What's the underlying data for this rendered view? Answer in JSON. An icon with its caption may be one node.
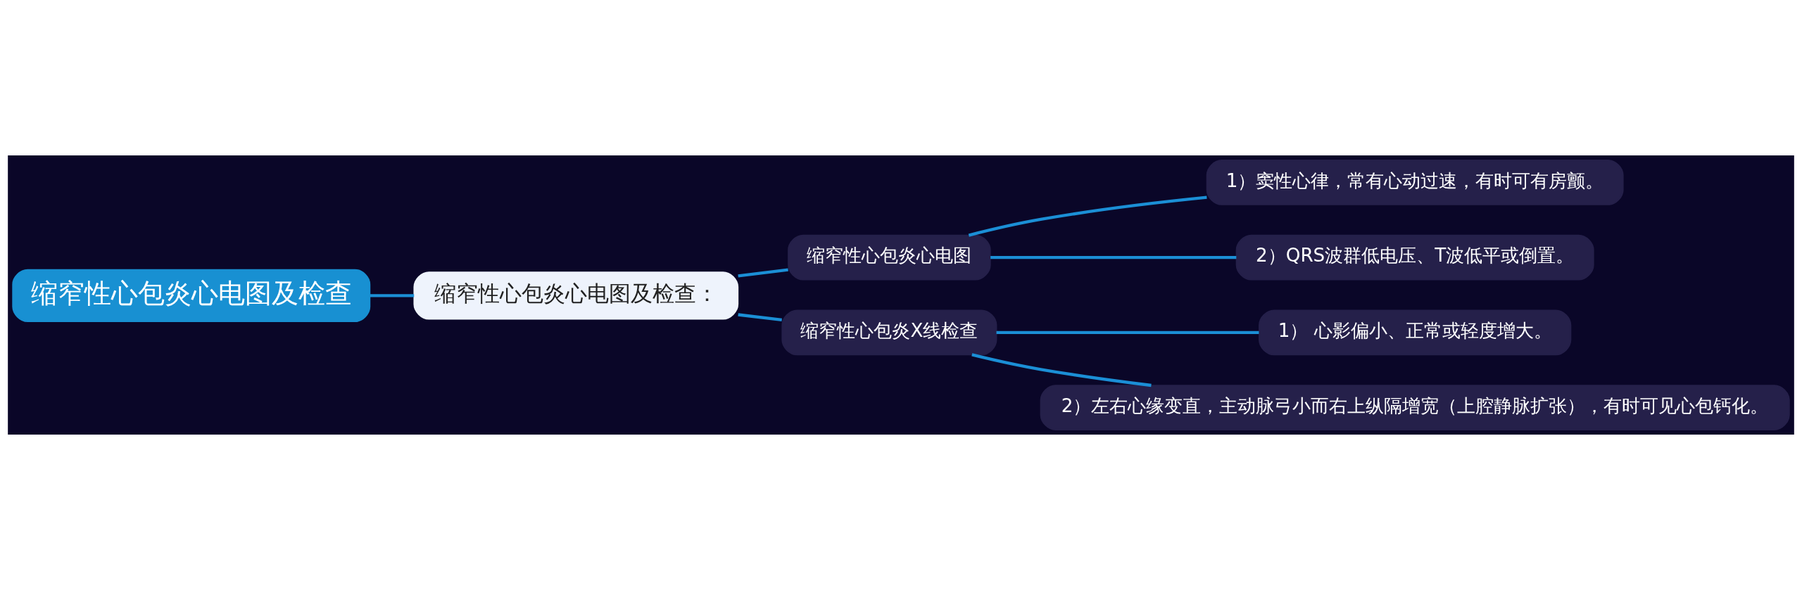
{
  "diagram": {
    "nodes": [
      {
        "text": [
          "缩窄性心包炎心电图及检查"
        ]
      },
      {
        "text": [
          "缩窄性心包炎心电图及检查："
        ]
      },
      {
        "text": [
          "缩窄性心包炎心电图"
        ]
      },
      {
        "text": [
          "1）窦性心律，常有心动过速，有时可有房颤。"
        ]
      },
      {
        "text": [
          "2）QRS波群低电压、T波低平或倒置。"
        ]
      },
      {
        "text": [
          "缩窄性心包炎X线检查"
        ]
      },
      {
        "text": [
          "1） 心影偏小、正常或轻度增大。"
        ]
      },
      {
        "text": [
          "2）左右心缘变直，主动脉弓小而右上纵隔增宽（上腔静脉扩张），有时可见心包钙化。"
        ]
      }
    ],
    "edges": [
      {
        "from": 0,
        "to": 1,
        "arrow": "none"
      },
      {
        "from": 1,
        "to": 2,
        "arrow": "none"
      },
      {
        "from": 1,
        "to": 5,
        "arrow": "none"
      },
      {
        "from": 2,
        "to": 3,
        "arrow": "none"
      },
      {
        "from": 2,
        "to": 4,
        "arrow": "none"
      },
      {
        "from": 5,
        "to": 6,
        "arrow": "none"
      },
      {
        "from": 5,
        "to": 7,
        "arrow": "none"
      }
    ]
  }
}
